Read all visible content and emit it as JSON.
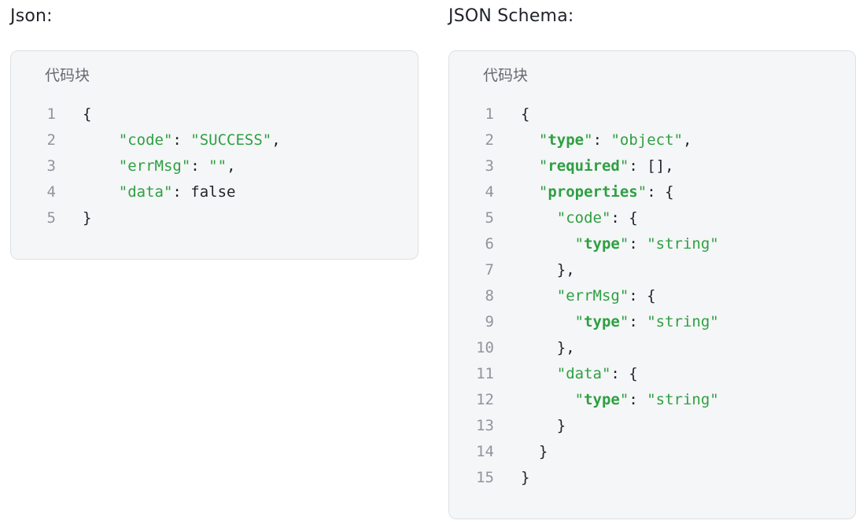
{
  "left": {
    "title": "Json:",
    "block_label": "代码块",
    "lines": [
      {
        "n": "1",
        "parts": [
          [
            "p",
            "{"
          ]
        ]
      },
      {
        "n": "2",
        "parts": [
          [
            "p",
            "    "
          ],
          [
            "s",
            "\"code\""
          ],
          [
            "p",
            ": "
          ],
          [
            "s",
            "\"SUCCESS\""
          ],
          [
            "p",
            ","
          ]
        ]
      },
      {
        "n": "3",
        "parts": [
          [
            "p",
            "    "
          ],
          [
            "s",
            "\"errMsg\""
          ],
          [
            "p",
            ": "
          ],
          [
            "s",
            "\"\""
          ],
          [
            "p",
            ","
          ]
        ]
      },
      {
        "n": "4",
        "parts": [
          [
            "p",
            "    "
          ],
          [
            "s",
            "\"data\""
          ],
          [
            "p",
            ": false"
          ]
        ]
      },
      {
        "n": "5",
        "parts": [
          [
            "p",
            "}"
          ]
        ]
      }
    ]
  },
  "right": {
    "title": "JSON Schema:",
    "block_label": "代码块",
    "lines": [
      {
        "n": "1",
        "parts": [
          [
            "p",
            "{"
          ]
        ]
      },
      {
        "n": "2",
        "parts": [
          [
            "p",
            "  "
          ],
          [
            "s",
            "\""
          ],
          [
            "kb",
            "type"
          ],
          [
            "s",
            "\""
          ],
          [
            "p",
            ": "
          ],
          [
            "s",
            "\"object\""
          ],
          [
            "p",
            ","
          ]
        ]
      },
      {
        "n": "3",
        "parts": [
          [
            "p",
            "  "
          ],
          [
            "s",
            "\""
          ],
          [
            "kb",
            "required"
          ],
          [
            "s",
            "\""
          ],
          [
            "p",
            ": [],"
          ]
        ]
      },
      {
        "n": "4",
        "parts": [
          [
            "p",
            "  "
          ],
          [
            "s",
            "\""
          ],
          [
            "kb",
            "properties"
          ],
          [
            "s",
            "\""
          ],
          [
            "p",
            ": {"
          ]
        ]
      },
      {
        "n": "5",
        "parts": [
          [
            "p",
            "    "
          ],
          [
            "s",
            "\"code\""
          ],
          [
            "p",
            ": {"
          ]
        ]
      },
      {
        "n": "6",
        "parts": [
          [
            "p",
            "      "
          ],
          [
            "s",
            "\""
          ],
          [
            "kb",
            "type"
          ],
          [
            "s",
            "\""
          ],
          [
            "p",
            ": "
          ],
          [
            "s",
            "\"string\""
          ]
        ]
      },
      {
        "n": "7",
        "parts": [
          [
            "p",
            "    },"
          ]
        ]
      },
      {
        "n": "8",
        "parts": [
          [
            "p",
            "    "
          ],
          [
            "s",
            "\"errMsg\""
          ],
          [
            "p",
            ": {"
          ]
        ]
      },
      {
        "n": "9",
        "parts": [
          [
            "p",
            "      "
          ],
          [
            "s",
            "\""
          ],
          [
            "kb",
            "type"
          ],
          [
            "s",
            "\""
          ],
          [
            "p",
            ": "
          ],
          [
            "s",
            "\"string\""
          ]
        ]
      },
      {
        "n": "10",
        "parts": [
          [
            "p",
            "    },"
          ]
        ]
      },
      {
        "n": "11",
        "parts": [
          [
            "p",
            "    "
          ],
          [
            "s",
            "\"data\""
          ],
          [
            "p",
            ": {"
          ]
        ]
      },
      {
        "n": "12",
        "parts": [
          [
            "p",
            "      "
          ],
          [
            "s",
            "\""
          ],
          [
            "kb",
            "type"
          ],
          [
            "s",
            "\""
          ],
          [
            "p",
            ": "
          ],
          [
            "s",
            "\"string\""
          ]
        ]
      },
      {
        "n": "13",
        "parts": [
          [
            "p",
            "    }"
          ]
        ]
      },
      {
        "n": "14",
        "parts": [
          [
            "p",
            "  }"
          ]
        ]
      },
      {
        "n": "15",
        "parts": [
          [
            "p",
            "}"
          ]
        ]
      }
    ]
  }
}
